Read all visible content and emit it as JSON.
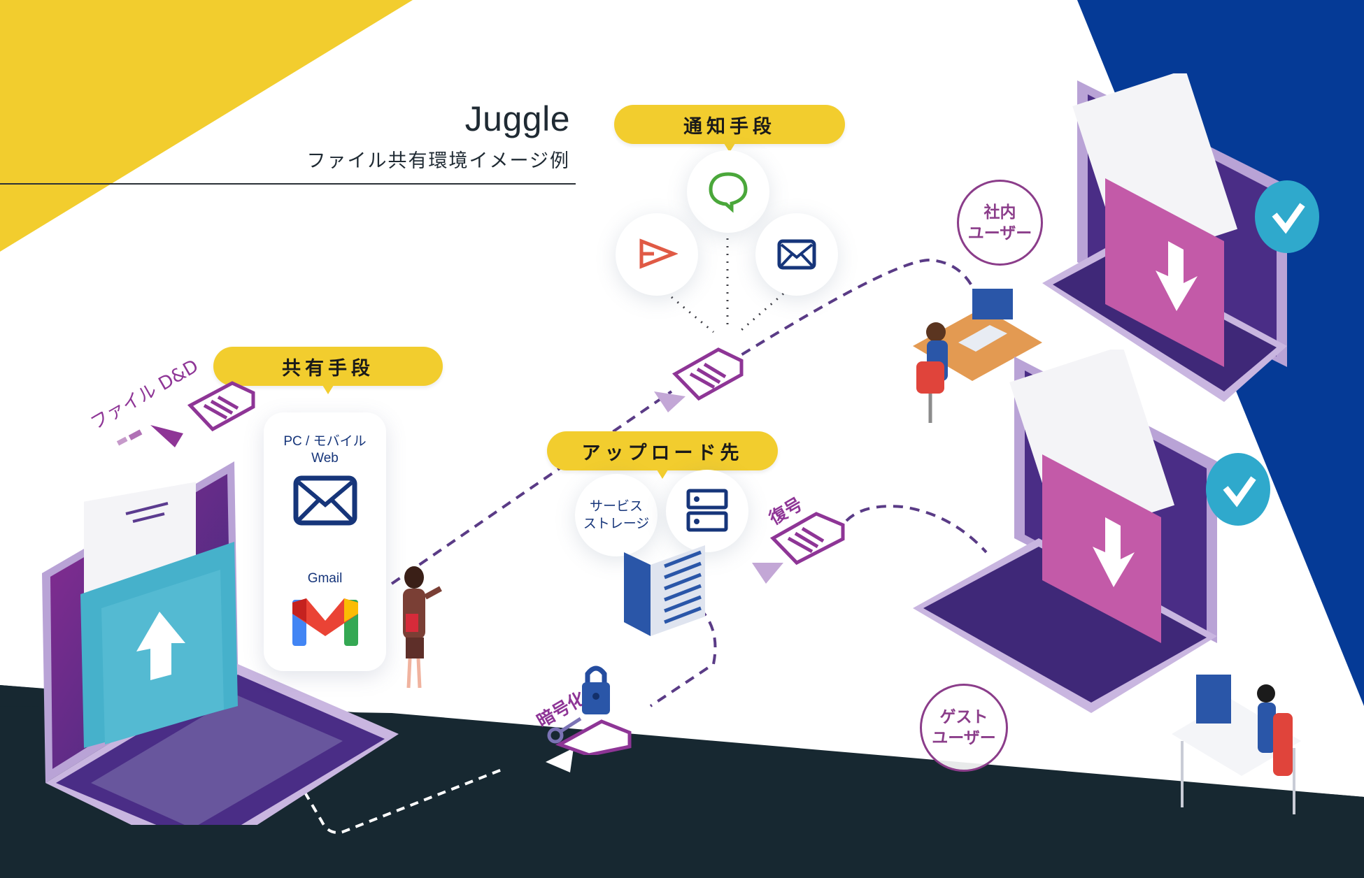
{
  "header": {
    "title": "Juggle",
    "subtitle": "ファイル共有環境イメージ例"
  },
  "colors": {
    "yellow": "#f2cd2e",
    "navy_bg": "#053a96",
    "dark_bg": "#172831",
    "purple_accent": "#8e3596",
    "laptop_purple": "#4a2d86",
    "folder_teal": "#46b1cb",
    "folder_magenta": "#c35aa8",
    "icon_blue": "#16357a"
  },
  "sections": {
    "notification": {
      "label": "通知手段",
      "icons": [
        "chat-bubble",
        "send-arrow",
        "mail"
      ]
    },
    "sharing": {
      "label": "共有手段",
      "items": [
        {
          "label_line1": "PC / モバイル",
          "label_line2": "Web",
          "icon": "mail"
        },
        {
          "label_line1": "Gmail",
          "label_line2": "",
          "icon": "gmail"
        }
      ]
    },
    "upload": {
      "label": "アップロード先",
      "storage_line1": "サービス",
      "storage_line2": "ストレージ",
      "icon": "server"
    }
  },
  "flow_labels": {
    "file_dd": "ファイル D&D",
    "encrypt": "暗号化",
    "decrypt": "復号"
  },
  "users": {
    "internal": {
      "line1": "社内",
      "line2": "ユーザー"
    },
    "guest": {
      "line1": "ゲスト",
      "line2": "ユーザー"
    }
  }
}
